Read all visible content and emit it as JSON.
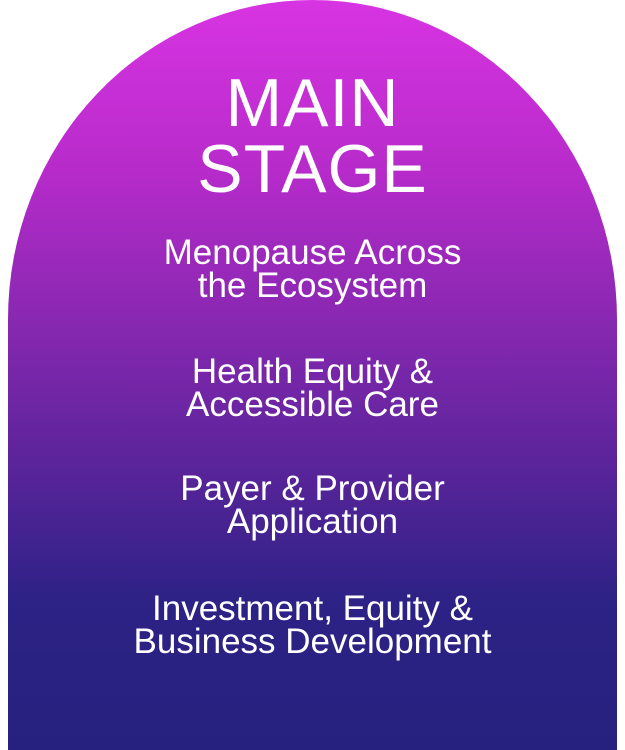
{
  "title": {
    "line1": "MAIN",
    "line2": "STAGE"
  },
  "topics": [
    {
      "line1": "Menopause Across",
      "line2": "the Ecosystem"
    },
    {
      "line1": "Health Equity &",
      "line2": "Accessible Care"
    },
    {
      "line1": "Payer & Provider",
      "line2": "Application"
    },
    {
      "line1": "Investment, Equity &",
      "line2": "Business Development"
    }
  ],
  "colors": {
    "gradient_top": "#d834e2",
    "gradient_bottom": "#26217e",
    "text": "#ffffff"
  }
}
